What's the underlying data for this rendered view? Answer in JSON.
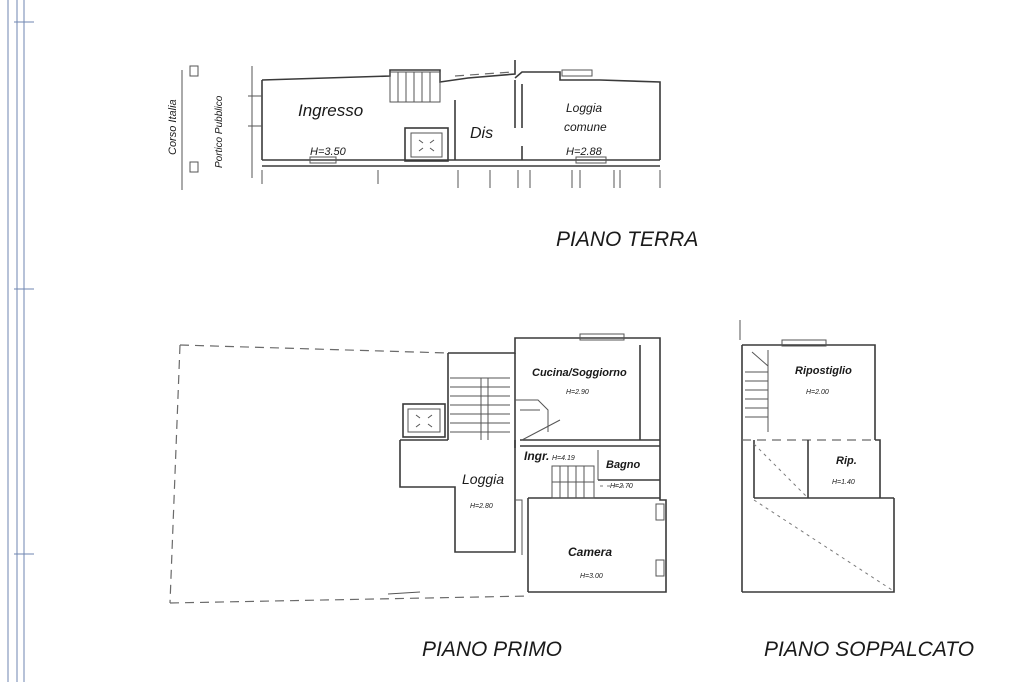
{
  "street": {
    "corso": "Corso Italia",
    "portico": "Portico Pubblico"
  },
  "piano_terra": {
    "title": "PIANO TERRA",
    "ingresso": "Ingresso",
    "ingresso_h": "H=3.50",
    "dis": "Dis",
    "loggia_l1": "Loggia",
    "loggia_l2": "comune",
    "loggia_h": "H=2.88"
  },
  "piano_primo": {
    "title": "PIANO PRIMO",
    "cucina": "Cucina/Soggiorno",
    "cucina_h": "H=2.90",
    "ingr": "Ingr.",
    "ingr_h": "H=4.19",
    "bagno": "Bagno",
    "bagno_h": "H=2.70",
    "loggia": "Loggia",
    "loggia_h": "H=2.80",
    "camera": "Camera",
    "camera_h": "H=3.00"
  },
  "piano_soppalcato": {
    "title": "PIANO SOPPALCATO",
    "ripostiglio": "Ripostiglio",
    "ripostiglio_h": "H=2.00",
    "rip": "Rip.",
    "rip_h": "H=1.40"
  }
}
